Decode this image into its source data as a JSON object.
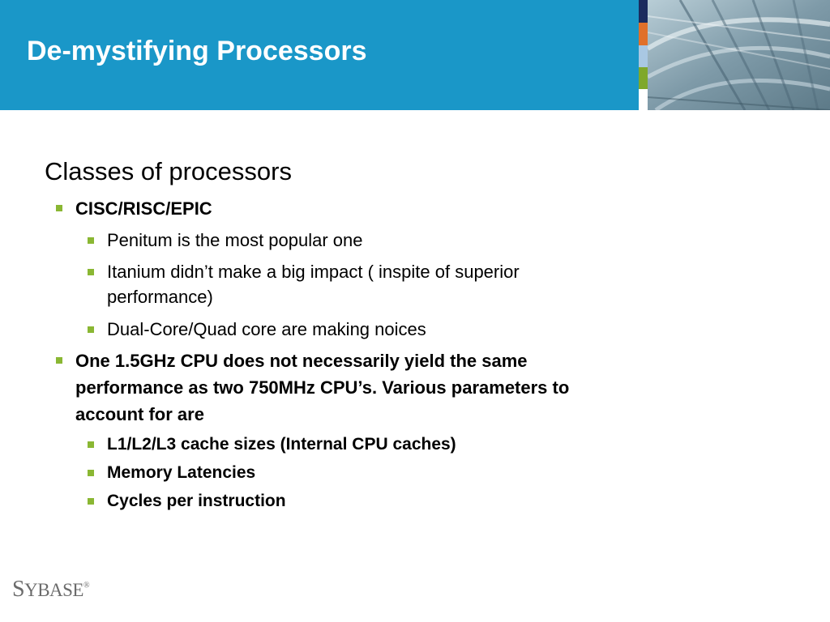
{
  "slide": {
    "title": "De-mystifying Processors",
    "heading": "Classes of processors",
    "bullets": [
      {
        "text": "CISC/RISC/EPIC"
      },
      {
        "text": "Penitum is the most popular one"
      },
      {
        "line1": "Itanium didn’t make a big impact ( inspite of superior",
        "line2": "performance)"
      },
      {
        "text": " Dual-Core/Quad core are making noices"
      },
      {
        "line1": "One 1.5GHz CPU does not necessarily yield the same",
        "line2": "performance as two 750MHz CPU’s. Various parameters to",
        "line3": "account for are"
      },
      {
        "text": "L1/L2/L3 cache sizes (Internal CPU caches)"
      },
      {
        "text": "Memory Latencies"
      },
      {
        "text": "Cycles per instruction"
      }
    ]
  },
  "logo": {
    "first_letter": "S",
    "rest": "YBASE",
    "mark": "®"
  },
  "colors": {
    "header_bg": "#1a97c8",
    "bullet": "#8ab733",
    "strip": [
      "#1b2b5e",
      "#e0702a",
      "#a9c8e3",
      "#7fa82b",
      "#ffffff"
    ]
  }
}
